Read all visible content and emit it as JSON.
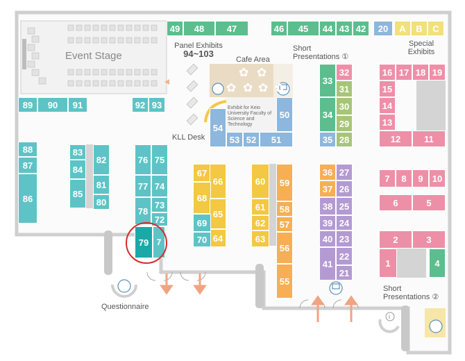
{
  "labels": {
    "event_stage": "Event Stage",
    "panel_exhibits": "Panel Exhibits",
    "panel_range": "94~103",
    "cafe_area": "Cafe Area",
    "short_presentations_1": "Short Presentations ①",
    "short_presentations_2": "Short Presentations ②",
    "special_exhibits": "Special Exhibits",
    "kll_desk": "KLL Desk",
    "questionnaire": "Questionnaire",
    "exhibit_note": "Exhibit for Keio University Faculty of Science and Technology"
  },
  "colors": {
    "green": "#5cbd8e",
    "teal": "#5ec3c6",
    "highlight": "#1aa9a8",
    "pink": "#ee8fa8",
    "yellow": "#f3c842",
    "orange": "#f7ae55",
    "purple": "#b49ad2",
    "blue": "#8db7dc",
    "olive": "#a7c57a",
    "special": "#f2e07a",
    "gray": "#d4d4d4"
  },
  "highlight_booth": "79",
  "booths": [
    {
      "id": "49",
      "color": "green"
    },
    {
      "id": "48",
      "color": "green"
    },
    {
      "id": "47",
      "color": "green"
    },
    {
      "id": "46",
      "color": "green"
    },
    {
      "id": "45",
      "color": "green"
    },
    {
      "id": "44",
      "color": "green"
    },
    {
      "id": "43",
      "color": "green"
    },
    {
      "id": "42",
      "color": "green"
    },
    {
      "id": "20",
      "color": "blue"
    },
    {
      "id": "A",
      "color": "special"
    },
    {
      "id": "B",
      "color": "special"
    },
    {
      "id": "C",
      "color": "special"
    },
    {
      "id": "89",
      "color": "teal"
    },
    {
      "id": "90",
      "color": "teal"
    },
    {
      "id": "91",
      "color": "teal"
    },
    {
      "id": "92",
      "color": "teal"
    },
    {
      "id": "93",
      "color": "teal"
    },
    {
      "id": "88",
      "color": "teal"
    },
    {
      "id": "87",
      "color": "teal"
    },
    {
      "id": "86",
      "color": "teal"
    },
    {
      "id": "83",
      "color": "teal"
    },
    {
      "id": "84",
      "color": "teal"
    },
    {
      "id": "85",
      "color": "teal"
    },
    {
      "id": "82",
      "color": "teal"
    },
    {
      "id": "81",
      "color": "teal"
    },
    {
      "id": "80",
      "color": "teal"
    },
    {
      "id": "76",
      "color": "teal"
    },
    {
      "id": "75",
      "color": "teal"
    },
    {
      "id": "77",
      "color": "teal"
    },
    {
      "id": "74",
      "color": "teal"
    },
    {
      "id": "78",
      "color": "teal"
    },
    {
      "id": "73",
      "color": "teal"
    },
    {
      "id": "72",
      "color": "teal"
    },
    {
      "id": "79",
      "color": "highlight"
    },
    {
      "id": "71",
      "label": "7",
      "color": "teal"
    },
    {
      "id": "67",
      "color": "yellow"
    },
    {
      "id": "66",
      "color": "yellow"
    },
    {
      "id": "68",
      "color": "yellow"
    },
    {
      "id": "65",
      "color": "yellow"
    },
    {
      "id": "64",
      "color": "yellow"
    },
    {
      "id": "69",
      "color": "teal"
    },
    {
      "id": "70",
      "color": "teal"
    },
    {
      "id": "60",
      "color": "yellow"
    },
    {
      "id": "61",
      "color": "yellow"
    },
    {
      "id": "62",
      "color": "yellow"
    },
    {
      "id": "63",
      "color": "yellow"
    },
    {
      "id": "59",
      "color": "orange"
    },
    {
      "id": "58",
      "color": "orange"
    },
    {
      "id": "57",
      "color": "orange"
    },
    {
      "id": "56",
      "color": "orange"
    },
    {
      "id": "55",
      "color": "orange"
    },
    {
      "id": "50",
      "color": "blue"
    },
    {
      "id": "54",
      "color": "blue"
    },
    {
      "id": "53",
      "color": "blue"
    },
    {
      "id": "52",
      "color": "blue"
    },
    {
      "id": "51",
      "color": "blue"
    },
    {
      "id": "33",
      "color": "green"
    },
    {
      "id": "32",
      "color": "pink"
    },
    {
      "id": "31",
      "color": "olive"
    },
    {
      "id": "34",
      "color": "green"
    },
    {
      "id": "30",
      "color": "olive"
    },
    {
      "id": "29",
      "color": "olive"
    },
    {
      "id": "35",
      "color": "blue"
    },
    {
      "id": "28",
      "color": "olive"
    },
    {
      "id": "36",
      "color": "orange"
    },
    {
      "id": "27",
      "color": "purple"
    },
    {
      "id": "37",
      "color": "orange"
    },
    {
      "id": "26",
      "color": "purple"
    },
    {
      "id": "38",
      "color": "purple"
    },
    {
      "id": "25",
      "color": "purple"
    },
    {
      "id": "39",
      "color": "purple"
    },
    {
      "id": "24",
      "color": "purple"
    },
    {
      "id": "40",
      "color": "purple"
    },
    {
      "id": "23",
      "color": "purple"
    },
    {
      "id": "41",
      "color": "purple"
    },
    {
      "id": "22",
      "color": "purple"
    },
    {
      "id": "21",
      "color": "purple"
    },
    {
      "id": "16",
      "color": "pink"
    },
    {
      "id": "17",
      "color": "pink"
    },
    {
      "id": "18",
      "color": "pink"
    },
    {
      "id": "19",
      "color": "pink"
    },
    {
      "id": "15",
      "color": "pink"
    },
    {
      "id": "14",
      "color": "pink"
    },
    {
      "id": "13",
      "color": "pink"
    },
    {
      "id": "12",
      "color": "pink"
    },
    {
      "id": "11",
      "color": "pink"
    },
    {
      "id": "7",
      "color": "pink"
    },
    {
      "id": "8",
      "color": "pink"
    },
    {
      "id": "9",
      "color": "pink"
    },
    {
      "id": "10",
      "color": "pink"
    },
    {
      "id": "6",
      "color": "pink"
    },
    {
      "id": "5",
      "color": "pink"
    },
    {
      "id": "2",
      "color": "pink"
    },
    {
      "id": "3",
      "color": "pink"
    },
    {
      "id": "1",
      "color": "pink"
    },
    {
      "id": "4",
      "color": "green"
    }
  ]
}
